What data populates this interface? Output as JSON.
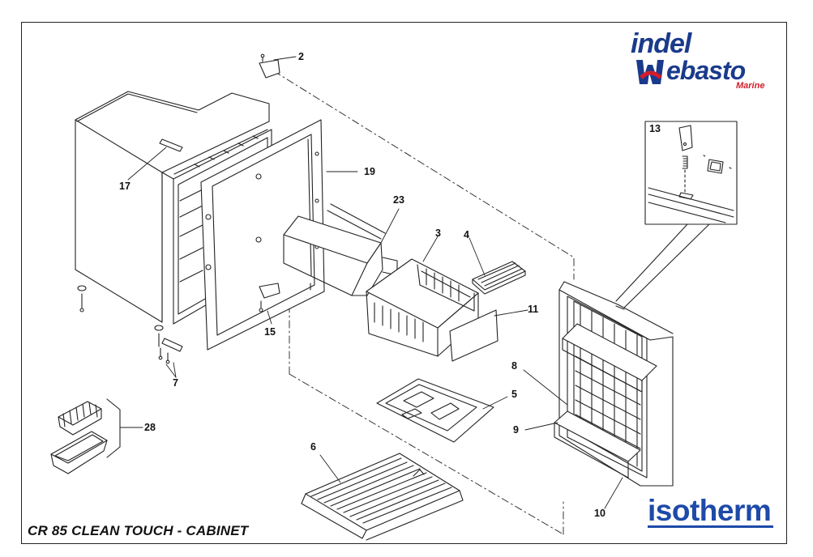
{
  "diagram_title": "CR 85 CLEAN TOUCH - CABINET",
  "brand_top": {
    "line1": "indel",
    "line2": "ebasto",
    "sub": "Marine"
  },
  "brand_bottom": "isotherm",
  "callouts": {
    "c2": "2",
    "c3": "3",
    "c4": "4",
    "c5": "5",
    "c6": "6",
    "c7": "7",
    "c8": "8",
    "c9": "9",
    "c10": "10",
    "c11": "11",
    "c13": "13",
    "c15": "15",
    "c17": "17",
    "c19": "19",
    "c23": "23",
    "c28": "28"
  },
  "colors": {
    "line": "#222222",
    "brand_blue": "#1a3a8c",
    "brand_red": "#d21d2a",
    "isotherm_blue": "#1e4aa8"
  }
}
